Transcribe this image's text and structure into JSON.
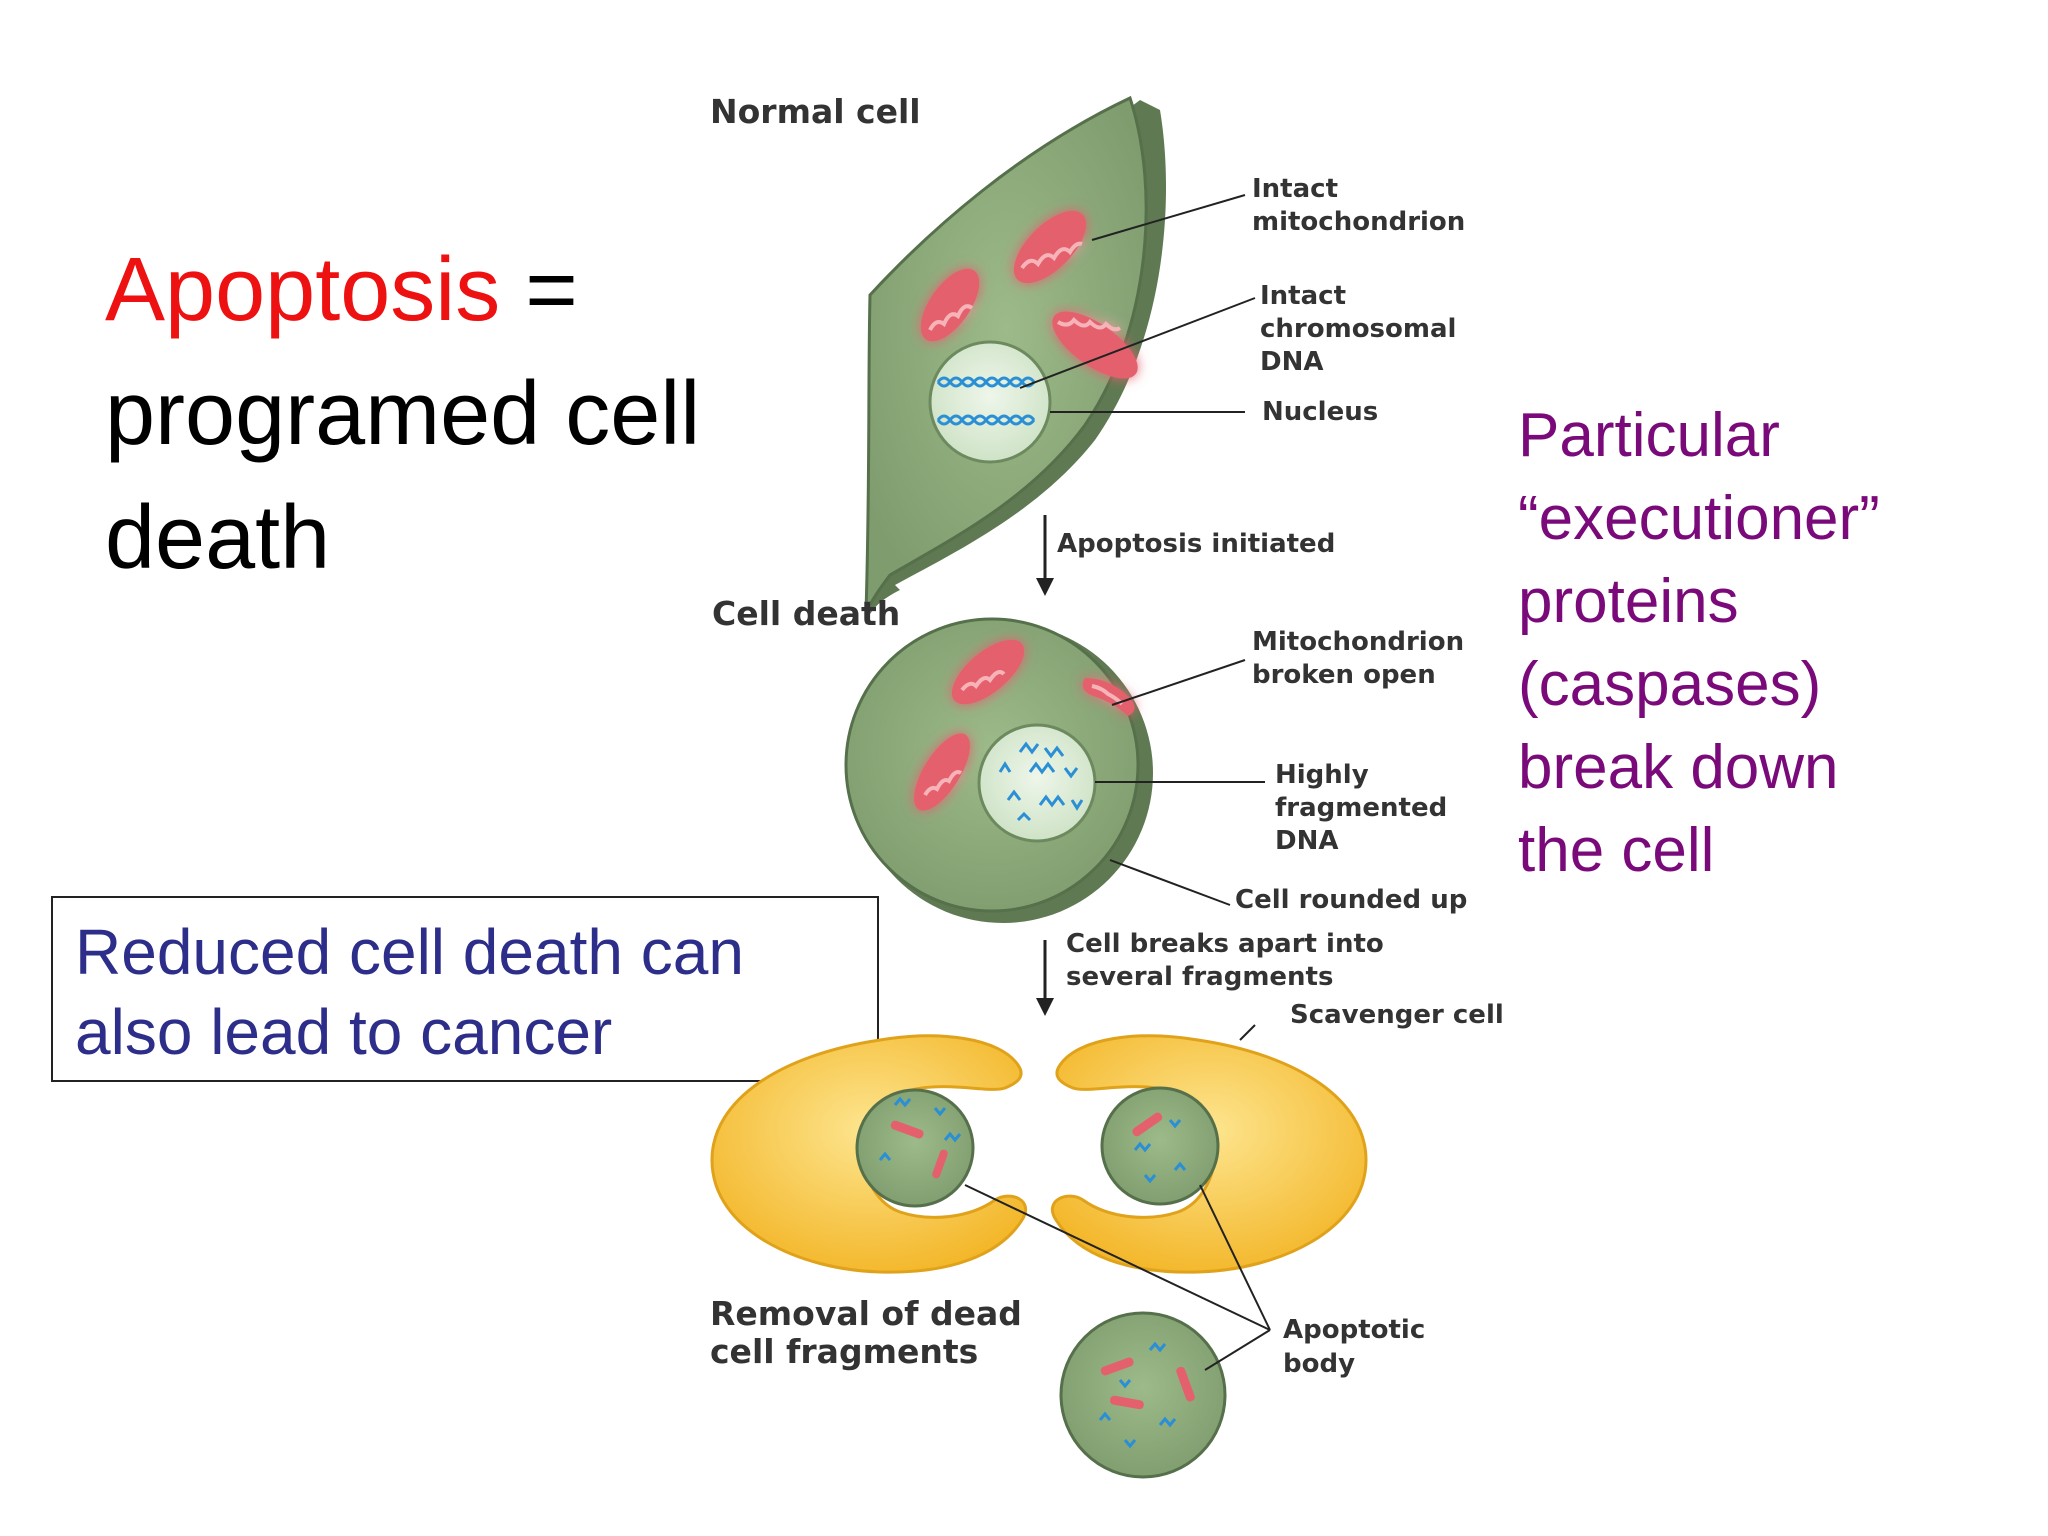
{
  "title": {
    "highlight": "Apoptosis",
    "equals": "=",
    "line2": "programed cell",
    "line3": "death"
  },
  "note_box": {
    "text": "Reduced cell death can also lead to cancer"
  },
  "side_text": {
    "lines": [
      "Particular",
      "“executioner”",
      "proteins",
      "(caspases)",
      "break down",
      "the cell"
    ]
  },
  "diagram": {
    "stages": {
      "normal": "Normal cell",
      "death": "Cell death",
      "removal_line1": "Removal of dead",
      "removal_line2": "cell fragments"
    },
    "labels": {
      "mito_intact_1": "Intact",
      "mito_intact_2": "mitochondrion",
      "dna_intact_1": "Intact",
      "dna_intact_2": "chromosomal",
      "dna_intact_3": "DNA",
      "nucleus": "Nucleus",
      "apoptosis_initiated": "Apoptosis initiated",
      "mito_broken_1": "Mitochondrion",
      "mito_broken_2": "broken open",
      "dna_frag_1": "Highly",
      "dna_frag_2": "fragmented",
      "dna_frag_3": "DNA",
      "rounded": "Cell rounded up",
      "breaks_1": "Cell breaks apart into",
      "breaks_2": "several fragments",
      "scavenger": "Scavenger cell",
      "apoptotic_1": "Apoptotic",
      "apoptotic_2": "body"
    },
    "colors": {
      "cell_fill": "#8fac7d",
      "cell_dark": "#6d8a5f",
      "nucleus_fill": "#dcebd6",
      "mito": "#e4606d",
      "mito_inner": "#f6b3b8",
      "dna": "#2a8fd4",
      "scavenger": "#f6c13a",
      "scavenger_light": "#fde58f"
    }
  }
}
